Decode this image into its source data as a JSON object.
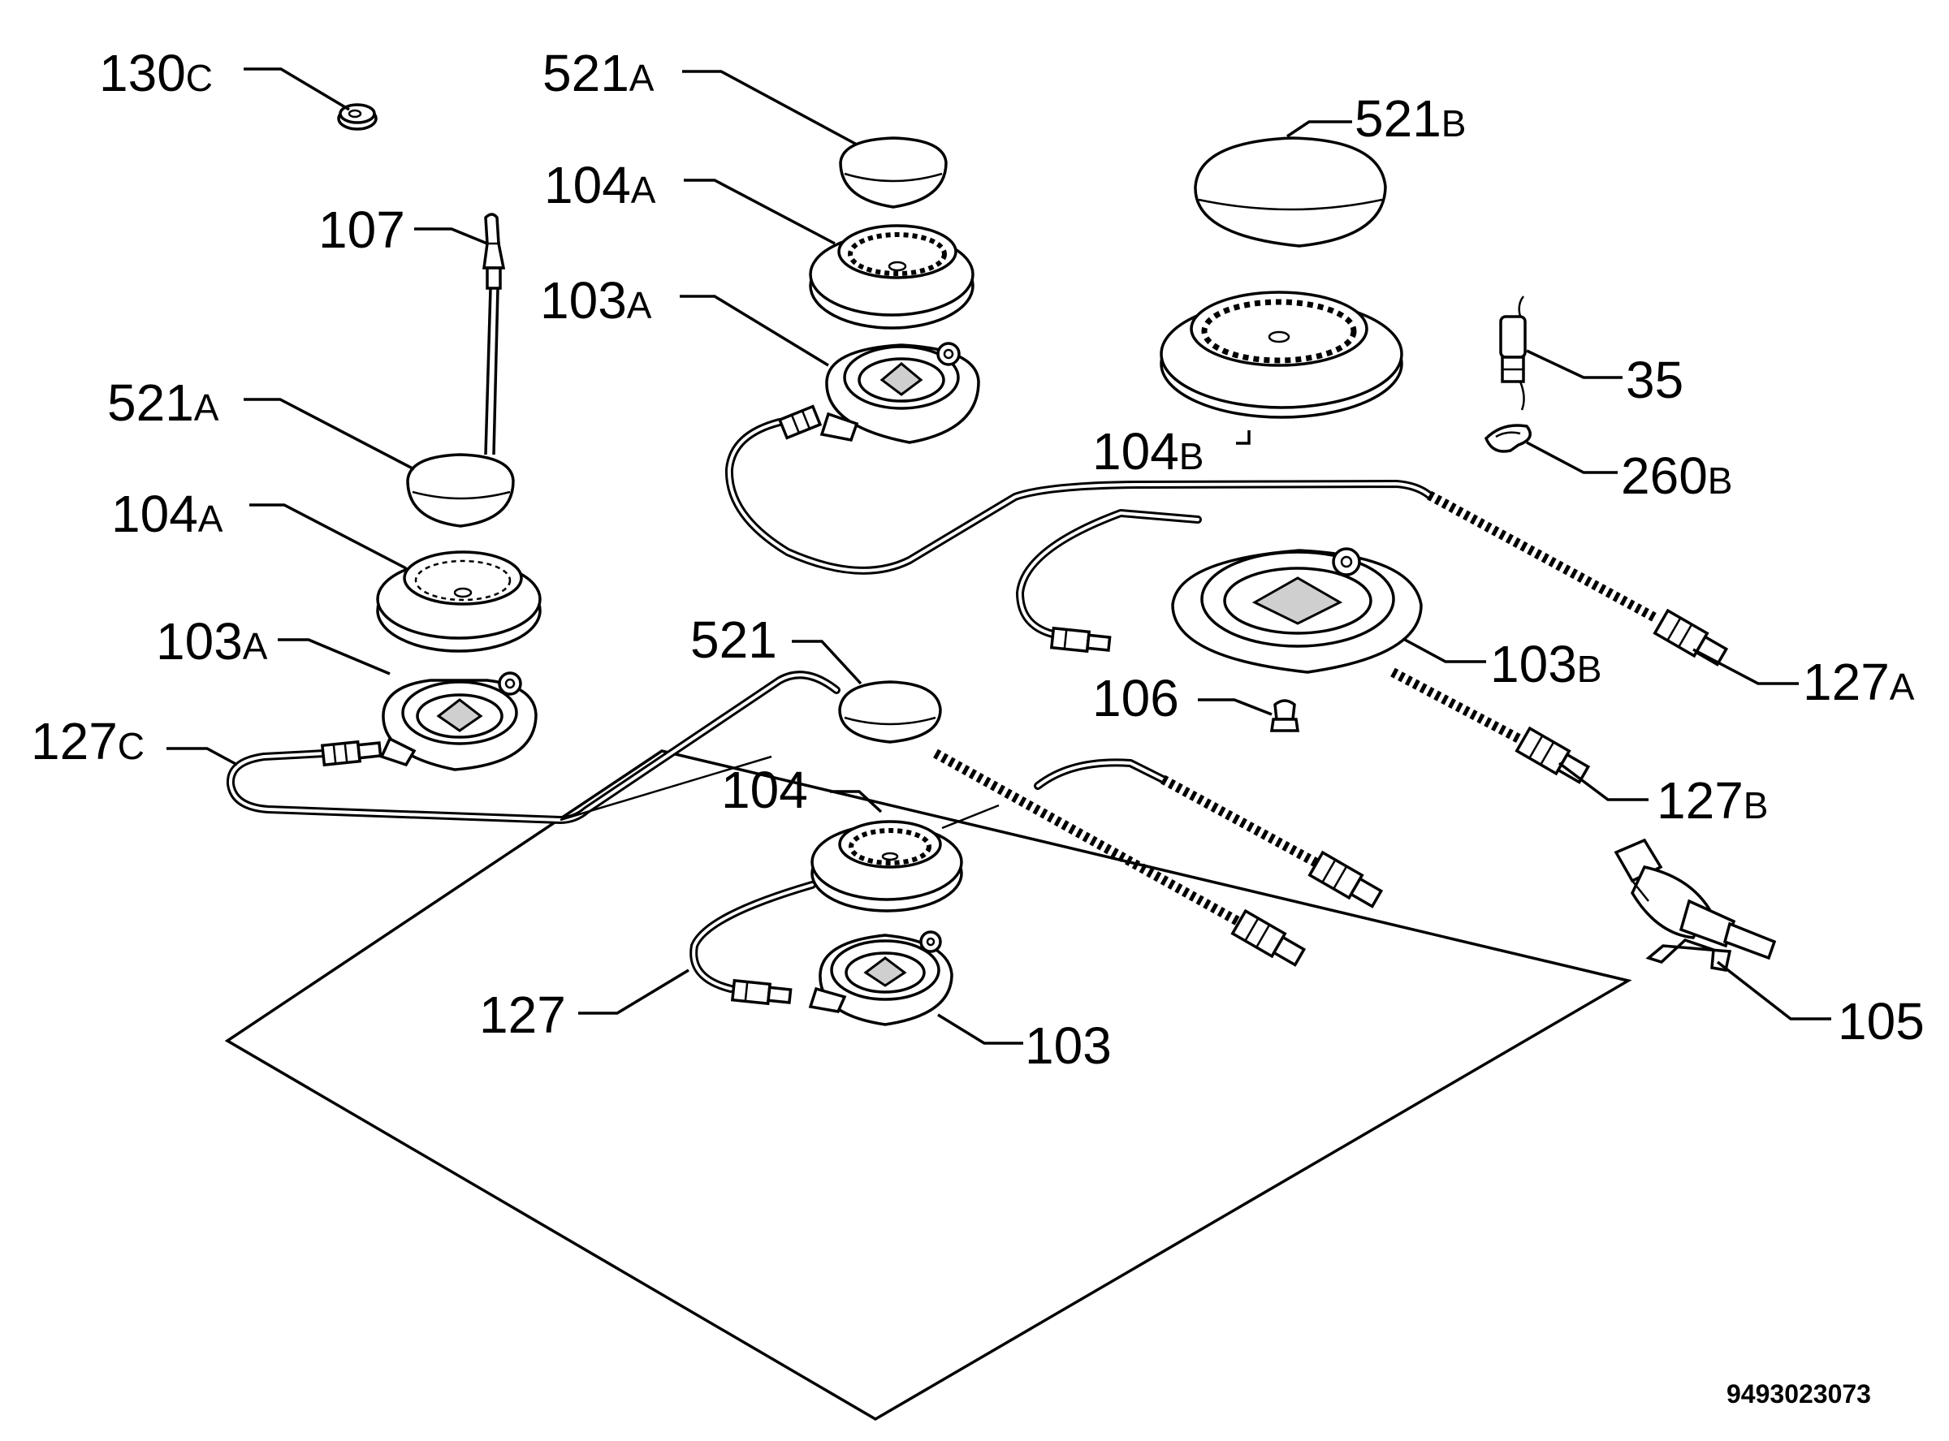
{
  "labels": {
    "l_130c": {
      "num": "130",
      "suf": "C"
    },
    "l_521a_1": {
      "num": "521",
      "suf": "A"
    },
    "l_521b": {
      "num": "521",
      "suf": "B"
    },
    "l_104a_1": {
      "num": "104",
      "suf": "A"
    },
    "l_107": {
      "num": "107"
    },
    "l_103a_1": {
      "num": "103",
      "suf": "A"
    },
    "l_35": {
      "num": "35"
    },
    "l_521a_2": {
      "num": "521",
      "suf": "A"
    },
    "l_104b": {
      "num": "104",
      "suf": "B"
    },
    "l_260b": {
      "num": "260",
      "suf": "B"
    },
    "l_104a_2": {
      "num": "104",
      "suf": "A"
    },
    "l_103a_2": {
      "num": "103",
      "suf": "A"
    },
    "l_521": {
      "num": "521"
    },
    "l_103b": {
      "num": "103",
      "suf": "B"
    },
    "l_127a": {
      "num": "127",
      "suf": "A"
    },
    "l_127c": {
      "num": "127",
      "suf": "C"
    },
    "l_106": {
      "num": "106"
    },
    "l_104": {
      "num": "104"
    },
    "l_127b": {
      "num": "127",
      "suf": "B"
    },
    "l_127": {
      "num": "127"
    },
    "l_105": {
      "num": "105"
    },
    "l_103": {
      "num": "103"
    }
  },
  "drawing_code": "9493023073"
}
